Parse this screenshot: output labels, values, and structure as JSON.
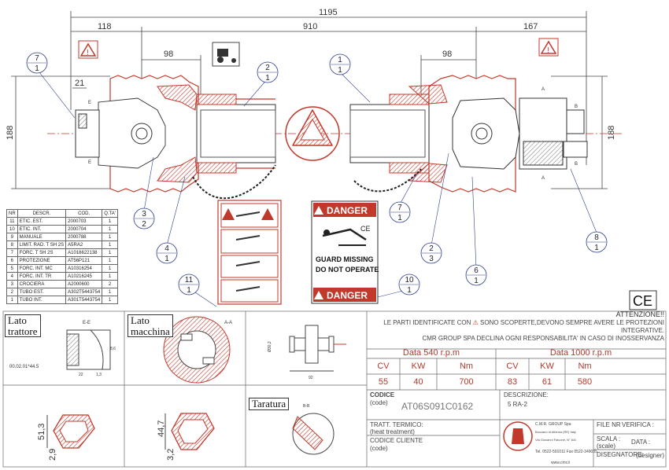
{
  "dimensions": {
    "overall": "1195",
    "left_end": "118",
    "middle": "910",
    "right_end": "167",
    "left_98": "98",
    "right_98": "98",
    "left_21": "21",
    "height_left": "188",
    "height_right": "188"
  },
  "balloons": [
    {
      "top": "7",
      "bottom": "1"
    },
    {
      "top": "2",
      "bottom": "1"
    },
    {
      "top": "1",
      "bottom": "1"
    },
    {
      "top": "3",
      "bottom": "2"
    },
    {
      "top": "4",
      "bottom": "1"
    },
    {
      "top": "11",
      "bottom": "1"
    },
    {
      "top": "7",
      "bottom": "1"
    },
    {
      "top": "2",
      "bottom": "3"
    },
    {
      "top": "6",
      "bottom": "1"
    },
    {
      "top": "8",
      "bottom": "1"
    },
    {
      "top": "10",
      "bottom": "1"
    }
  ],
  "section_marks": {
    "e1": "E",
    "e2": "E",
    "a1": "A",
    "a2": "A",
    "b1": "B",
    "b2": "B",
    "ee": "E-E",
    "aa": "A-A",
    "bb": "B-B"
  },
  "warning": {
    "danger_top": "DANGER",
    "guard_line1": "GUARD MISSING",
    "guard_line2": "DO NOT OPERATE",
    "danger_bottom": "DANGER",
    "ce_mark": "CE"
  },
  "bom": {
    "headers": [
      "NR",
      "DESCR.",
      "COD.",
      "Q.TA'"
    ],
    "rows": [
      [
        "11",
        "ETIC. EST.",
        "2000703",
        "1"
      ],
      [
        "10",
        "ETIC. INT.",
        "2000704",
        "1"
      ],
      [
        "9",
        "MANUALE",
        "2000788",
        "1"
      ],
      [
        "8",
        "LIMIT. RAD. T SH 2S",
        "A5RA2",
        "1"
      ],
      [
        "7",
        "FORC. T SH 2S",
        "A1016622138",
        "1"
      ],
      [
        "6",
        "PROTEZIONE",
        "AT56P121",
        "1"
      ],
      [
        "5",
        "FORC. INT. MC",
        "A10316254",
        "1"
      ],
      [
        "4",
        "FORC. INT. TR",
        "A10216245",
        "1"
      ],
      [
        "3",
        "CROCIERA",
        "A2000600",
        "2"
      ],
      [
        "2",
        "TUBO EST.",
        "A302T5443754",
        "1"
      ],
      [
        "1",
        "TUBO INT.",
        "A301T5443754",
        "1"
      ]
    ]
  },
  "views": {
    "lato_trattore": "Lato\ntrattore",
    "lato_macchina": "Lato\nmacchina",
    "taratura": "Taratura",
    "ref_code": "00.02.01*44.5",
    "dim_22": "22",
    "dim_13": "1,3",
    "dim_86": "8,6",
    "dim_30_2": "Ø30,2",
    "dim_92": "92",
    "dim_513": "51,3",
    "dim_29": "2,9",
    "dim_447": "44,7",
    "dim_32": "3,2"
  },
  "attention": {
    "title": "ATTENZIONE!!",
    "line1a": "LE PARTI IDENTIFICATE CON",
    "line1b": "SONO SCOPERTE,DEVONO SEMPRE AVERE LE PROTEZIONI INTEGRATIVE.",
    "line2": "CMR GROUP SPA DECLINA OGNI RESPONSABILITA' IN CASO DI INOSSERVANZA"
  },
  "power": {
    "left_title": "Data  540  r.p.m",
    "right_title": "Data  1000  r.p.m",
    "headers": [
      "CV",
      "KW",
      "Nm"
    ],
    "left_values": [
      "55",
      "40",
      "700"
    ],
    "right_values": [
      "83",
      "61",
      "580"
    ]
  },
  "titleblock": {
    "codice_label": "CODICE",
    "codice_sub": "(code)",
    "codice_value": "AT06S091C0162",
    "descr_label": "DESCRIZIONE:",
    "descr_value": "5 RA-2",
    "tratt_label": "TRATT. TERMICO:",
    "tratt_sub": "(heat treatment)",
    "cliente_label": "CODICE CLIENTE",
    "cliente_sub": "(code)",
    "company": "C.M.R. GROUP Spa",
    "company_addr1": "Boccano di Albinea (RE) Italy",
    "company_addr2": "Via Giovanni Falcone, N° 6/A",
    "company_tel": "Tel. 0522-591011  Fax 0522-349035",
    "company_web": "www.cmr.it",
    "foglio_label": "FILE NR",
    "verifica_label": "VERIFICA :",
    "scala_label": "SCALA :",
    "scala_sub": "(scale)",
    "data_label": "DATA :",
    "disegnatore_label": "DISEGNATORE:",
    "disegnatore_sub": "(designer)"
  },
  "colors": {
    "accent_red": "#c0392b",
    "guard_red": "#e74c3c",
    "line": "#2c3e8a"
  }
}
